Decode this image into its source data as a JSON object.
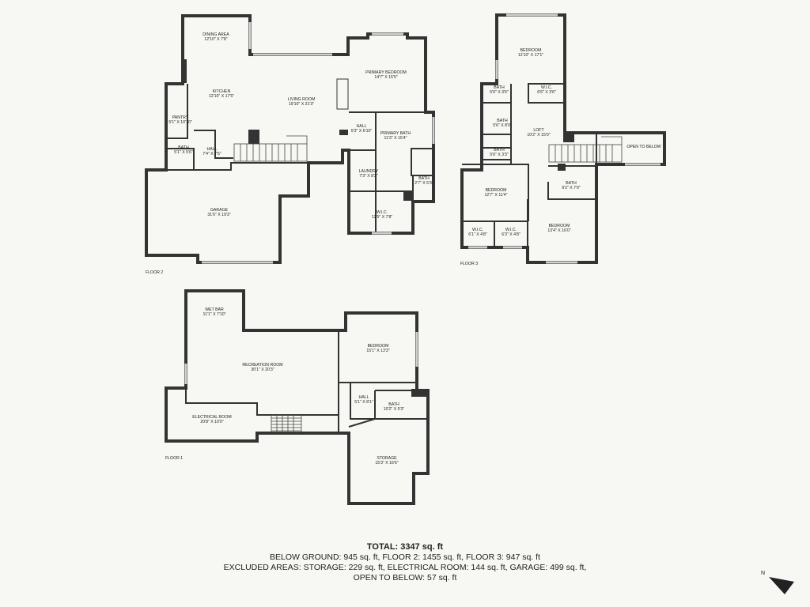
{
  "floors": [
    {
      "label": "FLOOR 2",
      "rooms": [
        {
          "name": "DINING AREA",
          "dims": "12'10\" X 7'8\""
        },
        {
          "name": "KITCHEN",
          "dims": "12'10\" X 17'5\""
        },
        {
          "name": "LIVING ROOM",
          "dims": "19'10\" X 21'3\""
        },
        {
          "name": "PRIMARY BEDROOM",
          "dims": "14'7\" X 15'5\""
        },
        {
          "name": "PANTRY",
          "dims": "5'1\" X 10'10\""
        },
        {
          "name": "BATH",
          "dims": "5'1\" X 5'6\""
        },
        {
          "name": "HALL",
          "dims": "7'4\" X 7'5\""
        },
        {
          "name": "HALL",
          "dims": "5'3\" X 6'10\""
        },
        {
          "name": "PRIMARY BATH",
          "dims": "11'3\" X 15'4\""
        },
        {
          "name": "LAUNDRY",
          "dims": "7'3\" X 8'2\""
        },
        {
          "name": "BATH",
          "dims": "2'7\" X 5'3\""
        },
        {
          "name": "W.I.C.",
          "dims": "12'5\" X 7'8\""
        },
        {
          "name": "GARAGE",
          "dims": "31'6\" X 19'3\""
        }
      ]
    },
    {
      "label": "FLOOR 3",
      "rooms": [
        {
          "name": "BEDROOM",
          "dims": "12'10\" X 17'1\""
        },
        {
          "name": "BATH",
          "dims": "5'6\" X 3'6\""
        },
        {
          "name": "W.I.C.",
          "dims": "6'6\" X 3'6\""
        },
        {
          "name": "BATH",
          "dims": "5'6\" X 8'0\""
        },
        {
          "name": "LOFT",
          "dims": "10'2\" X 15'0\""
        },
        {
          "name": "BATH",
          "dims": "5'6\" X 3'3\""
        },
        {
          "name": "OPEN TO BELOW",
          "dims": ""
        },
        {
          "name": "BEDROOM",
          "dims": "12'7\" X 11'4\""
        },
        {
          "name": "BATH",
          "dims": "9'2\" X 7'0\""
        },
        {
          "name": "W.I.C.",
          "dims": "6'1\" X 4'8\""
        },
        {
          "name": "W.I.C.",
          "dims": "6'3\" X 4'8\""
        },
        {
          "name": "BEDROOM",
          "dims": "13'4\" X 16'0\""
        }
      ]
    },
    {
      "label": "FLOOR 1",
      "rooms": [
        {
          "name": "WET BAR",
          "dims": "11'1\" X 7'10\""
        },
        {
          "name": "RECREATION ROOM",
          "dims": "30'1\" X 20'3\""
        },
        {
          "name": "BEDROOM",
          "dims": "15'1\" X 13'3\""
        },
        {
          "name": "HALL",
          "dims": "5'1\" X 8'1\""
        },
        {
          "name": "BATH",
          "dims": "10'2\" X 5'3\""
        },
        {
          "name": "ELECTRICAL ROOM",
          "dims": "20'8\" X 10'0\""
        },
        {
          "name": "STORAGE",
          "dims": "15'3\" X 16'6\""
        }
      ]
    }
  ],
  "summary": {
    "total": "TOTAL: 3347 sq. ft",
    "line1": "BELOW GROUND: 945 sq. ft, FLOOR 2: 1455 sq. ft, FLOOR 3: 947 sq. ft",
    "line2": "EXCLUDED AREAS: STORAGE: 229 sq. ft, ELECTRICAL ROOM: 144 sq. ft, GARAGE: 499 sq. ft,",
    "line3": "OPEN TO BELOW: 57 sq. ft"
  },
  "compass": {
    "label": "N"
  },
  "colors": {
    "background": "#f7f7f3",
    "wall": "#333333",
    "window": "#cfcfcf",
    "text": "#222222"
  }
}
